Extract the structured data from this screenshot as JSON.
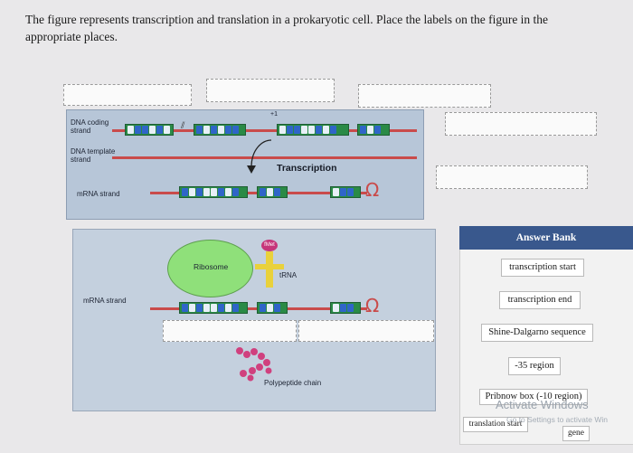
{
  "question": {
    "text": "The figure represents transcription and translation in a prokaryotic cell. Place the labels on the figure in the appropriate places."
  },
  "figure": {
    "dna_coding_strand": "DNA coding strand",
    "dna_template_strand": "DNA template strand",
    "transcription": "Transcription",
    "plus_one": "+1",
    "mrna_strand_top": "mRNA strand",
    "mrna_strand_bottom": "mRNA strand",
    "ribosome": "Ribosome",
    "met": "fMet",
    "trna": "tRNA",
    "polypeptide_chain": "Polypeptide chain"
  },
  "answer_bank": {
    "title": "Answer Bank",
    "items": [
      "transcription start",
      "transcription end",
      "Shine-Dalgarno sequence",
      "-35 region",
      "Pribnow box (-10 region)",
      "translation start",
      "gene"
    ]
  },
  "watermark": {
    "line1": "Activate Windows",
    "line2": "Go to Settings to activate Win"
  },
  "colors": {
    "panel": "#b7c6d8",
    "strand": "#c94b4b",
    "chip": "#2a8a46",
    "bank_header": "#39588d",
    "ribosome": "#8fe07a"
  }
}
